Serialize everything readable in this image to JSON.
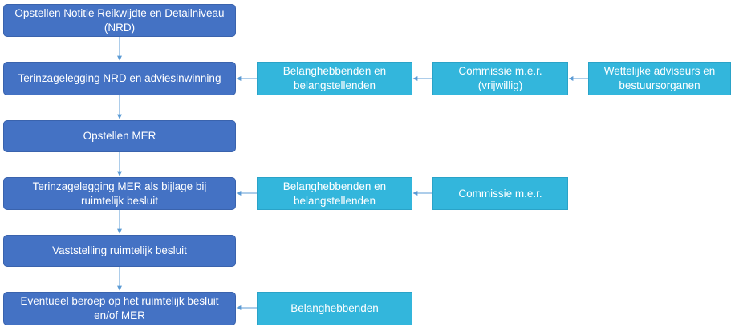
{
  "diagram": {
    "main_steps": [
      {
        "id": "s1",
        "label": "Opstellen Notitie Reikwijdte en Detailniveau (NRD)"
      },
      {
        "id": "s2",
        "label": "Terinzagelegging NRD en adviesinwinning"
      },
      {
        "id": "s3",
        "label": "Opstellen MER"
      },
      {
        "id": "s4",
        "label": "Terinzagelegging MER als bijlage bij ruimtelijk besluit"
      },
      {
        "id": "s5",
        "label": "Vaststelling ruimtelijk besluit"
      },
      {
        "id": "s6",
        "label": "Eventueel beroep op het ruimtelijk besluit en/of MER"
      }
    ],
    "row_nrd": [
      {
        "id": "r2a",
        "label": "Belanghebbenden en belangstellenden"
      },
      {
        "id": "r2b",
        "label": "Commissie m.e.r. (vrijwillig)"
      },
      {
        "id": "r2c",
        "label": "Wettelijke adviseurs en bestuursorganen"
      }
    ],
    "row_mer": [
      {
        "id": "r4a",
        "label": "Belanghebbenden en belangstellenden"
      },
      {
        "id": "r4b",
        "label": "Commissie m.e.r."
      }
    ],
    "row_beroep": [
      {
        "id": "r6a",
        "label": "Belanghebbenden"
      }
    ],
    "colors": {
      "main_fill": "#4472c4",
      "side_fill": "#33b6dc",
      "connector": "#5b9bd5"
    }
  }
}
